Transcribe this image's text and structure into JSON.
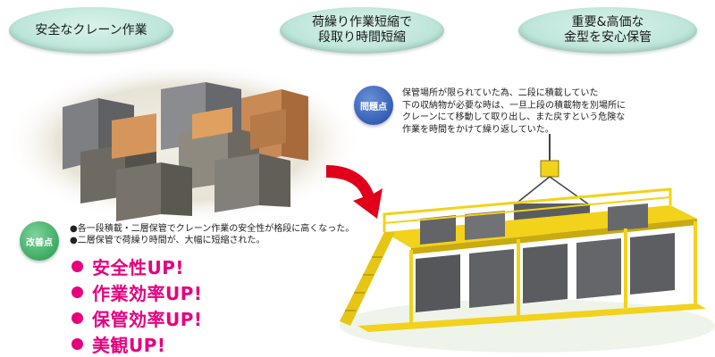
{
  "header": {
    "pill_1": [
      "安全なクレーン作業"
    ],
    "pill_2": [
      "荷繰り作業短縮で",
      "段取り時間短縮"
    ],
    "pill_3": [
      "重要&高価な",
      "金型を安心保管"
    ]
  },
  "problem": {
    "badge": "問題点",
    "lines": [
      "保管場所が限られていた為、二段に積載していた",
      "下の収納物が必要な時は、一旦上段の積載物を別場所に",
      "クレーンにて移動して取り出し、また戻すという危険な",
      "作業を時間をかけて繰り返していた。"
    ]
  },
  "improvement": {
    "badge": "改善点",
    "lines": [
      "●各一段積載・二層保管でクレーン作業の安全性が格段に高くなった。",
      "●二層保管で荷繰り時間が、大幅に短縮された。"
    ],
    "ups": [
      "安全性UP!",
      "作業効率UP!",
      "保管効率UP!",
      "美観UP!"
    ]
  },
  "colors": {
    "pill": "#bfe6da",
    "arrow": "#e0001b",
    "up": "#e6007e",
    "rack": "#f2d21b",
    "problem_badge": "#1d4aa8",
    "improve_badge": "#1f9a4d"
  }
}
